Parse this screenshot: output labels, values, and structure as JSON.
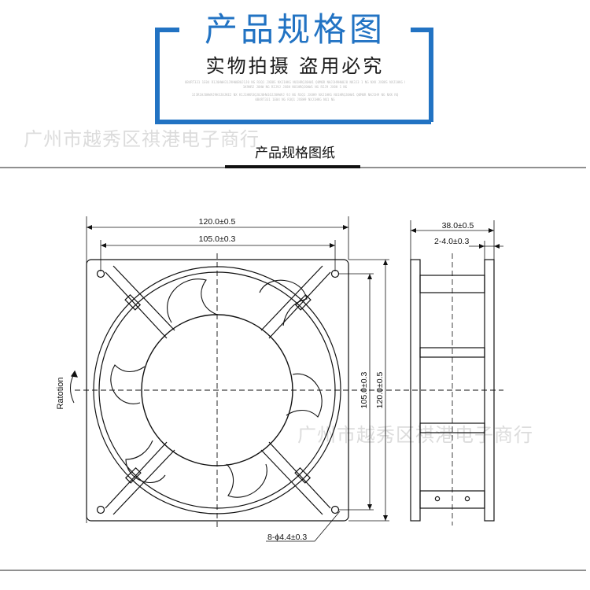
{
  "header": {
    "title": "产品规格图",
    "subtitle": "实物拍摄 盗用必究",
    "fine_print": [
      "0B4RT331 1E04 R1J0HWH31J9HW0B0J1J0 NG R3Q1 JXB8S NXJ1HKG NU1HRQJ0HW1 Q0M0R NHJ1H9HW0J0 NK3J3 1 NG NXK JXB8S NXJ1HKG NU1",
      "1K9HR2 J0HW NG RIJ9J JX8H NU1HRQJ0HW1 NG RIJ9 JX8H 1 NG",
      "3J3R1HJ0HW9J9H3J0JKE2 NX K1J1HKR3QJ0J0HW1OJJ0HW9J 9J NG R3Q1 JX8H9 NXJ1HKG NU1HRQJ0HW1 Q0M0R NHJ1H9 NG NXK RQ",
      "0B4RT331 1E04 NG R3Q1 JX8H9 NXJ1HKG NU1 NG"
    ]
  },
  "watermarks": [
    "广州市越秀区祺港电子商行",
    "广州市越秀区祺港电子商行"
  ],
  "section_label": "产品规格图纸",
  "front_view": {
    "rotation_label": "Ratotion",
    "top_dims": [
      "120.0±0.5",
      "105.0±0.3"
    ],
    "side_dims": [
      "105.0±0.3",
      "120.0±0.5"
    ],
    "hole_label": "8-ϕ4.4±0.3"
  },
  "side_view": {
    "depth_dim": "38.0±0.5",
    "flange_dim": "2-4.0±0.3"
  },
  "colors": {
    "accent": "#2273c3",
    "line": "#111111"
  }
}
